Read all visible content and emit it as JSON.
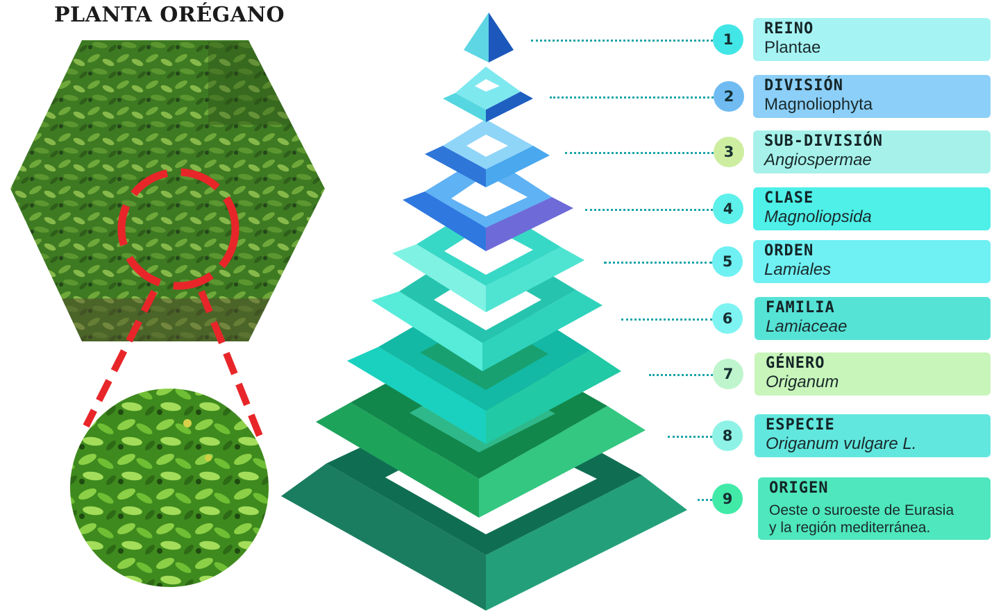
{
  "title": "PLANTA ORÉGANO",
  "colors": {
    "highlight_ring": "#e8262a",
    "plant_green": "#3f8a2a",
    "pyramid_teal": "#18b8a6",
    "pyramid_blue": "#2b6fd6",
    "pyramid_dark_green": "#0f8a5e"
  },
  "levels": [
    {
      "number": "1",
      "rank": "REINO",
      "taxon": "Plantae",
      "italic": false,
      "box_color": "#a6f3f3",
      "badge_color": "#43e6e6"
    },
    {
      "number": "2",
      "rank": "DIVISIÓN",
      "taxon": "Magnoliophyta",
      "italic": false,
      "box_color": "#8ccff8",
      "badge_color": "#6fbbf2"
    },
    {
      "number": "3",
      "rank": "SUB-DIVISIÓN",
      "taxon": "Angiospermae",
      "italic": true,
      "box_color": "#a6f2ea",
      "badge_color": "#cdeea0"
    },
    {
      "number": "4",
      "rank": "CLASE",
      "taxon": "Magnoliopsida",
      "italic": true,
      "box_color": "#4ef0e8",
      "badge_color": "#5ef0ea"
    },
    {
      "number": "5",
      "rank": "ORDEN",
      "taxon": "Lamiales",
      "italic": true,
      "box_color": "#6ff0f2",
      "badge_color": "#6ff0f2"
    },
    {
      "number": "6",
      "rank": "FAMILIA",
      "taxon": "Lamiaceae",
      "italic": true,
      "box_color": "#55e3d6",
      "badge_color": "#7ef4f2"
    },
    {
      "number": "7",
      "rank": "GÉNERO",
      "taxon": "Origanum",
      "italic": true,
      "box_color": "#c8f5ba",
      "badge_color": "#bff5cc"
    },
    {
      "number": "8",
      "rank": "ESPECIE",
      "taxon": "Origanum vulgare L.",
      "italic": true,
      "box_color": "#62e7de",
      "badge_color": "#8ff2e6"
    },
    {
      "number": "9",
      "rank": "ORIGEN",
      "taxon": "Oeste o suroeste de Eurasia",
      "taxon_line2": "y la región mediterránea.",
      "italic": false,
      "box_color": "#4fe7bd",
      "badge_color": "#42eaa8"
    }
  ]
}
